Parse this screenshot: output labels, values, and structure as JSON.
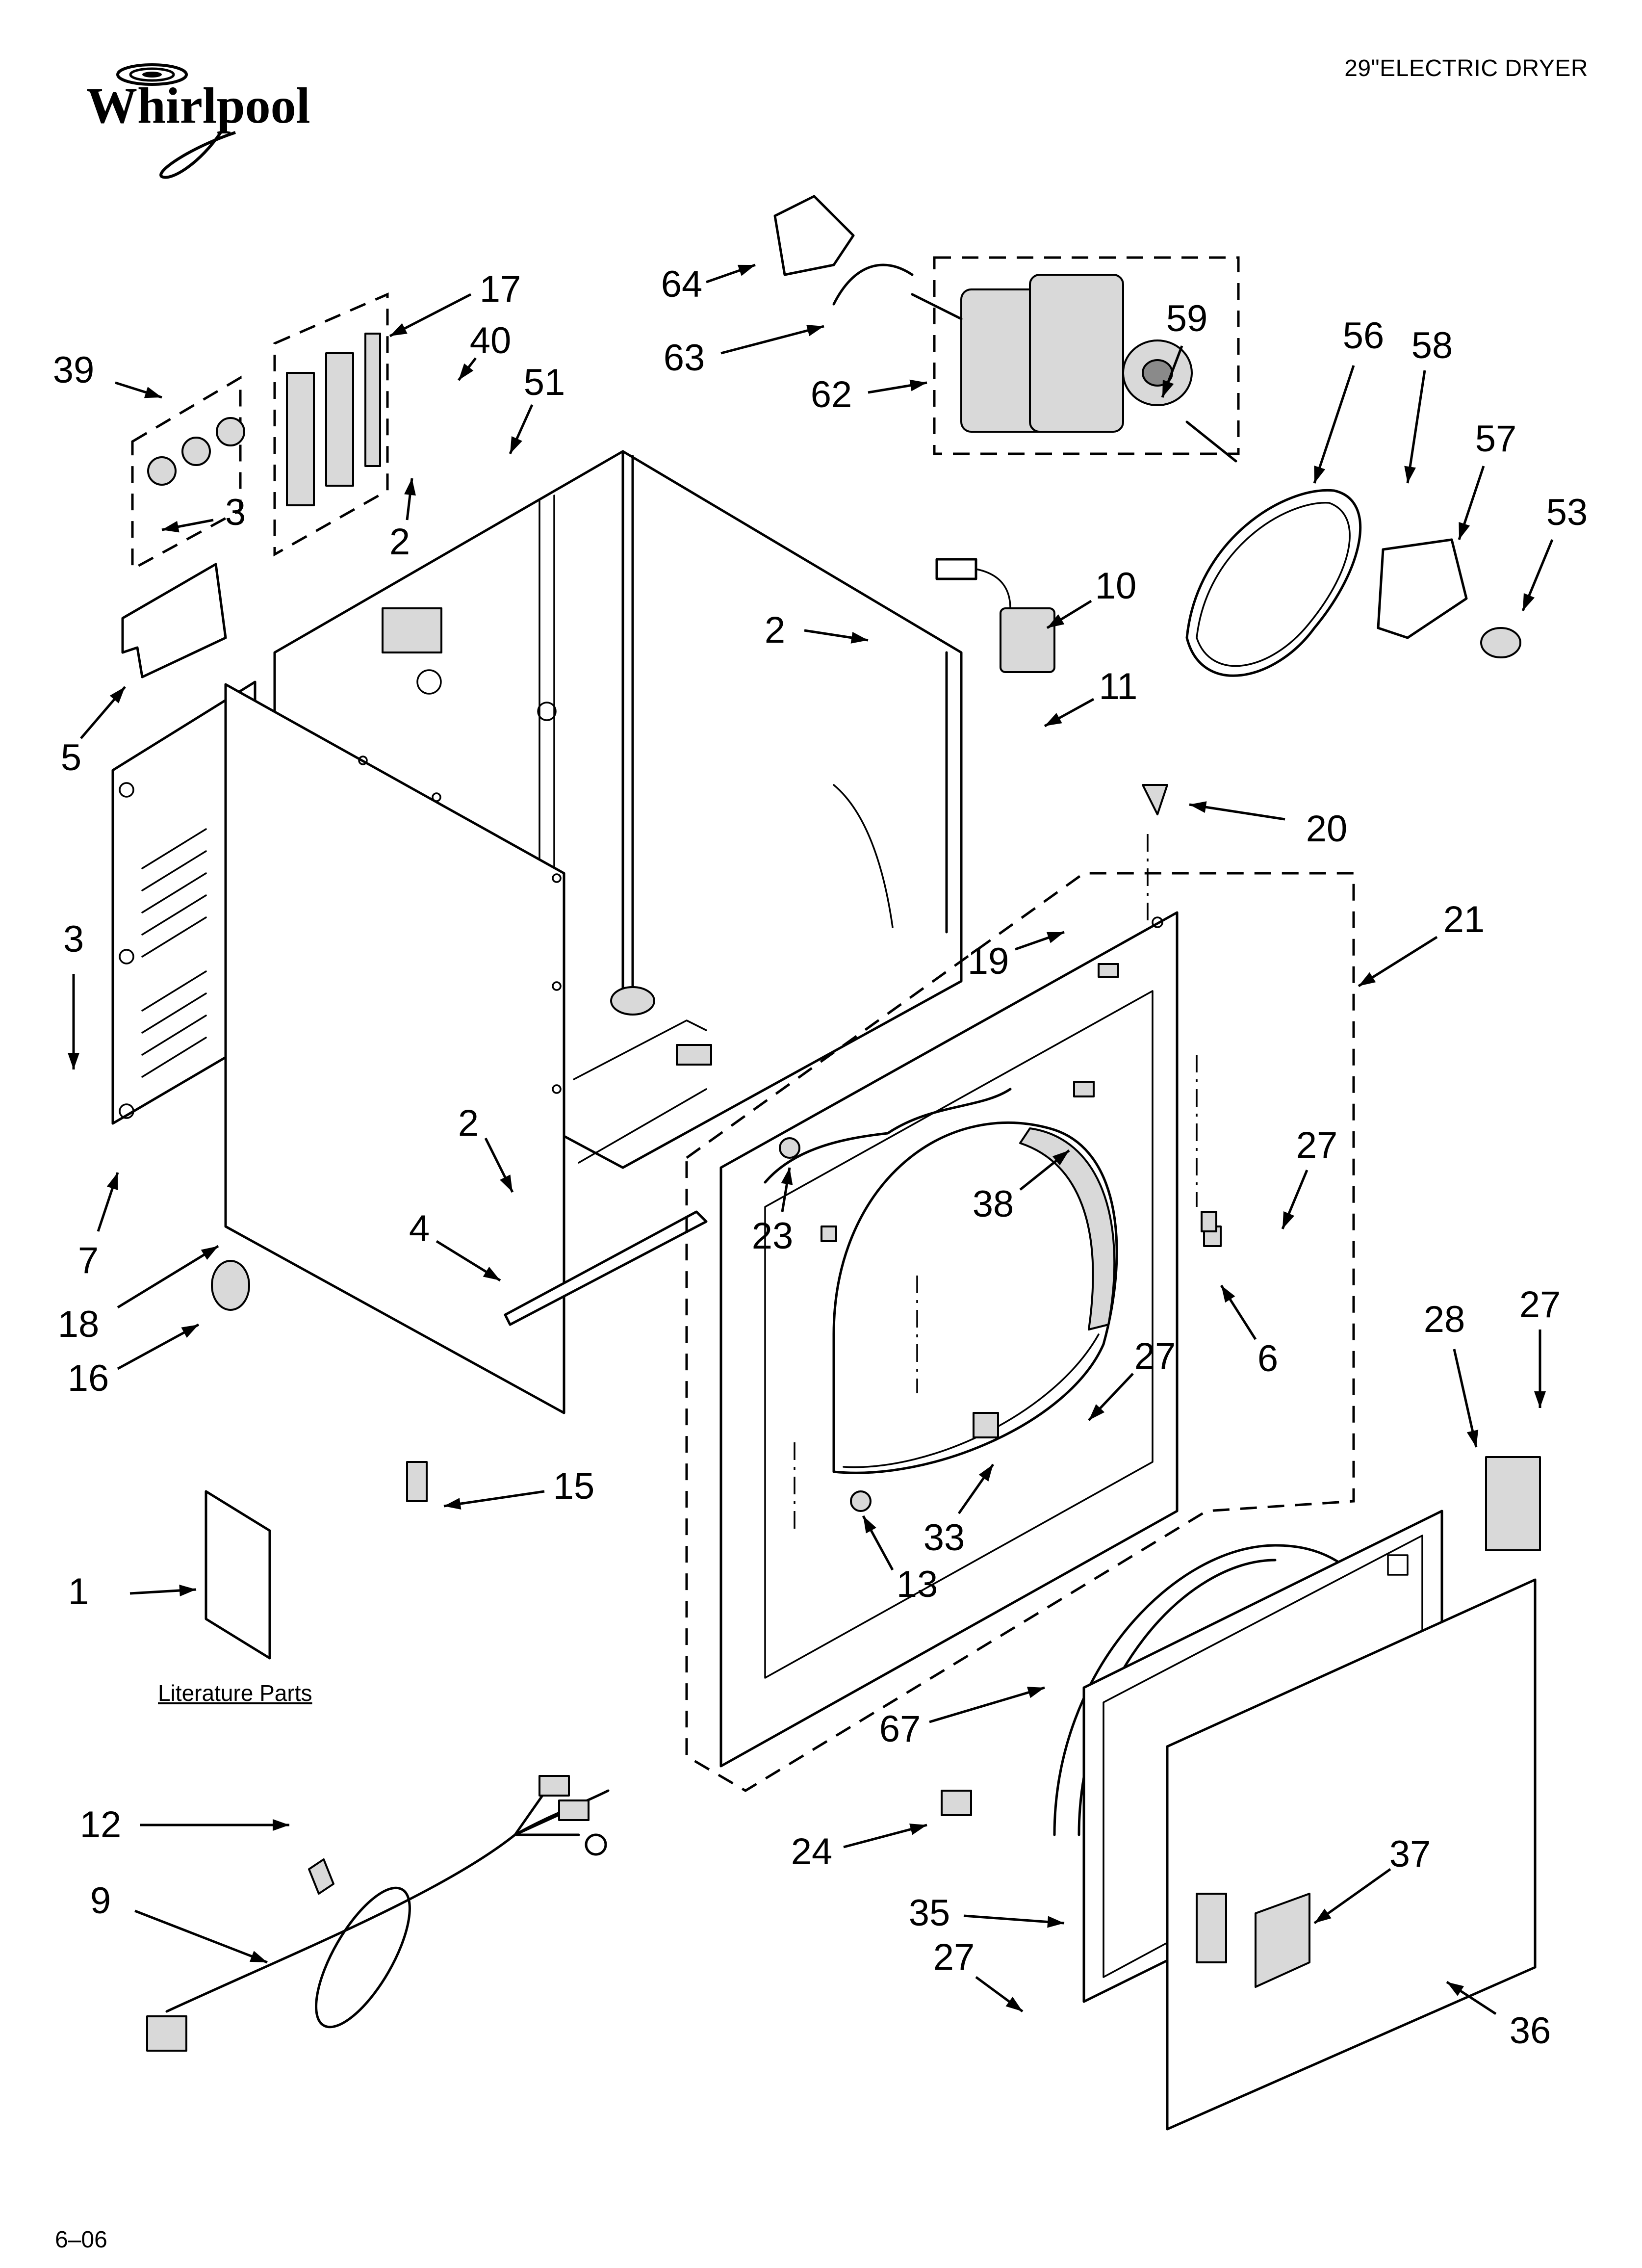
{
  "header": {
    "brand": "Whirlpool",
    "title": "29\"ELECTRIC DRYER"
  },
  "footer": {
    "code": "6–06"
  },
  "literature": {
    "caption": "Literature Parts"
  },
  "callouts": [
    {
      "id": "c1",
      "label": "1"
    },
    {
      "id": "c2a",
      "label": "2"
    },
    {
      "id": "c2b",
      "label": "2"
    },
    {
      "id": "c2c",
      "label": "2"
    },
    {
      "id": "c3a",
      "label": "3"
    },
    {
      "id": "c3b",
      "label": "3"
    },
    {
      "id": "c4",
      "label": "4"
    },
    {
      "id": "c5",
      "label": "5"
    },
    {
      "id": "c6",
      "label": "6"
    },
    {
      "id": "c7",
      "label": "7"
    },
    {
      "id": "c9",
      "label": "9"
    },
    {
      "id": "c10",
      "label": "10"
    },
    {
      "id": "c11",
      "label": "11"
    },
    {
      "id": "c12",
      "label": "12"
    },
    {
      "id": "c13",
      "label": "13"
    },
    {
      "id": "c15",
      "label": "15"
    },
    {
      "id": "c16",
      "label": "16"
    },
    {
      "id": "c17",
      "label": "17"
    },
    {
      "id": "c18",
      "label": "18"
    },
    {
      "id": "c19",
      "label": "19"
    },
    {
      "id": "c20",
      "label": "20"
    },
    {
      "id": "c21",
      "label": "21"
    },
    {
      "id": "c23",
      "label": "23"
    },
    {
      "id": "c24",
      "label": "24"
    },
    {
      "id": "c27a",
      "label": "27"
    },
    {
      "id": "c27b",
      "label": "27"
    },
    {
      "id": "c27c",
      "label": "27"
    },
    {
      "id": "c27d",
      "label": "27"
    },
    {
      "id": "c28",
      "label": "28"
    },
    {
      "id": "c33",
      "label": "33"
    },
    {
      "id": "c35",
      "label": "35"
    },
    {
      "id": "c36",
      "label": "36"
    },
    {
      "id": "c37",
      "label": "37"
    },
    {
      "id": "c38",
      "label": "38"
    },
    {
      "id": "c39",
      "label": "39"
    },
    {
      "id": "c40",
      "label": "40"
    },
    {
      "id": "c51",
      "label": "51"
    },
    {
      "id": "c53",
      "label": "53"
    },
    {
      "id": "c56",
      "label": "56"
    },
    {
      "id": "c57",
      "label": "57"
    },
    {
      "id": "c58",
      "label": "58"
    },
    {
      "id": "c59",
      "label": "59"
    },
    {
      "id": "c62",
      "label": "62"
    },
    {
      "id": "c63",
      "label": "63"
    },
    {
      "id": "c64",
      "label": "64"
    },
    {
      "id": "c67",
      "label": "67"
    }
  ]
}
